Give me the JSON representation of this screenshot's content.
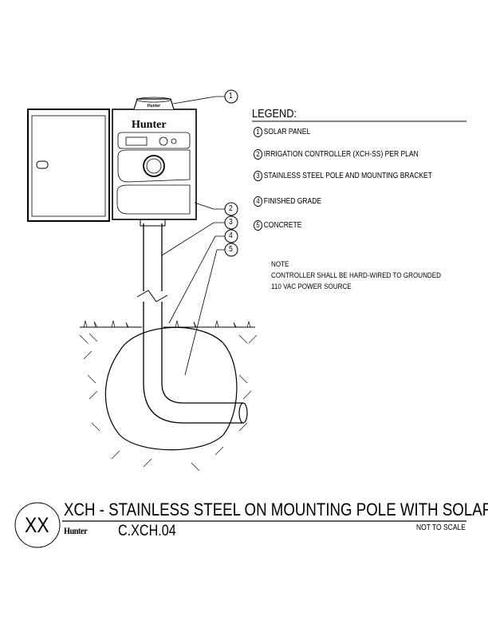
{
  "legend": {
    "title": "LEGEND:",
    "items": [
      {
        "num": "1",
        "label": "SOLAR PANEL"
      },
      {
        "num": "2",
        "label": "IRRIGATION CONTROLLER (XCH-SS) PER PLAN"
      },
      {
        "num": "3",
        "label": "STAINLESS STEEL POLE AND MOUNTING BRACKET"
      },
      {
        "num": "4",
        "label": "FINISHED GRADE"
      },
      {
        "num": "5",
        "label": "CONCRETE"
      }
    ]
  },
  "note": {
    "heading": "NOTE",
    "lines": [
      "CONTROLLER SHALL BE HARD-WIRED TO GROUNDED",
      "110 VAC POWER SOURCE"
    ]
  },
  "callouts": [
    "1",
    "2",
    "3",
    "4",
    "5"
  ],
  "title_block": {
    "detail_id": "XX",
    "title": "XCH - STAINLESS STEEL ON MOUNTING POLE WITH SOLAR PANEL",
    "brand": "Hunter",
    "code": "C.XCH.04",
    "scale": "NOT TO SCALE"
  }
}
